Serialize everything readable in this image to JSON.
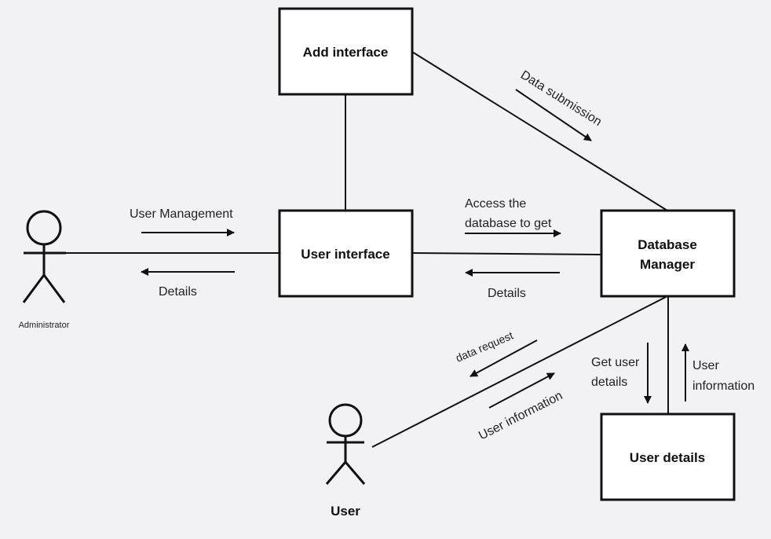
{
  "boxes": {
    "add_interface": "Add interface",
    "user_interface": "User interface",
    "database_manager_line1": "Database",
    "database_manager_line2": "Manager",
    "user_details": "User details"
  },
  "actors": {
    "administrator": "Administrator",
    "user": "User"
  },
  "messages": {
    "user_management": "User Management",
    "details_admin": "Details",
    "access_line1": "Access the",
    "access_line2": "database to get",
    "details_db": "Details",
    "data_submission": "Data submission",
    "data_request": "data request",
    "user_information_user": "User  information",
    "get_user_line1": "Get user",
    "get_user_line2": "details",
    "user_info_line1": "User",
    "user_info_line2": "information"
  }
}
